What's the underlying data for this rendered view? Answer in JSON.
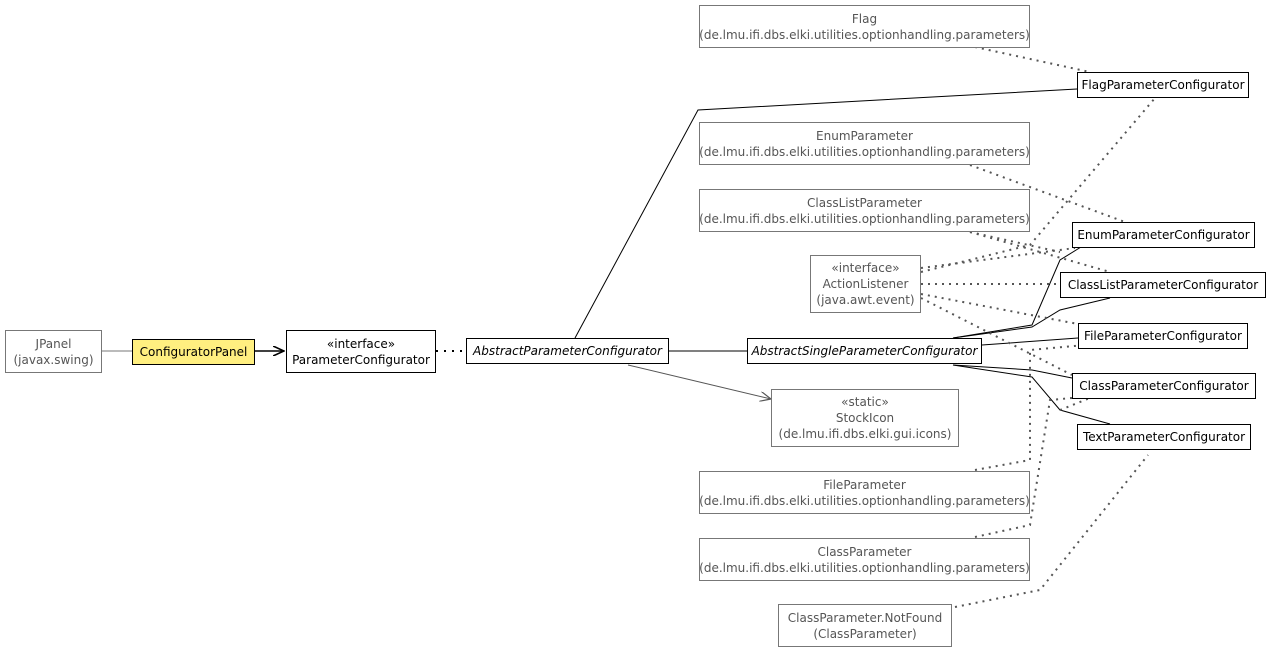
{
  "nodes": {
    "jpanel": {
      "line1": "JPanel",
      "line2": "(javax.swing)"
    },
    "configurator_panel": {
      "line1": "ConfiguratorPanel"
    },
    "parameter_configurator": {
      "stereotype": "«interface»",
      "line1": "ParameterConfigurator"
    },
    "abstract_parameter_configurator": {
      "line1": "AbstractParameterConfigurator"
    },
    "abstract_single_parameter_configurator": {
      "line1": "AbstractSingleParameterConfigurator"
    },
    "stock_icon": {
      "stereotype": "«static»",
      "line1": "StockIcon",
      "line2": "(de.lmu.ifi.dbs.elki.gui.icons)"
    },
    "flag": {
      "line1": "Flag",
      "line2": "(de.lmu.ifi.dbs.elki.utilities.optionhandling.parameters)"
    },
    "enum_parameter": {
      "line1": "EnumParameter",
      "line2": "(de.lmu.ifi.dbs.elki.utilities.optionhandling.parameters)"
    },
    "class_list_parameter": {
      "line1": "ClassListParameter",
      "line2": "(de.lmu.ifi.dbs.elki.utilities.optionhandling.parameters)"
    },
    "action_listener": {
      "stereotype": "«interface»",
      "line1": "ActionListener",
      "line2": "(java.awt.event)"
    },
    "file_parameter": {
      "line1": "FileParameter",
      "line2": "(de.lmu.ifi.dbs.elki.utilities.optionhandling.parameters)"
    },
    "class_parameter": {
      "line1": "ClassParameter",
      "line2": "(de.lmu.ifi.dbs.elki.utilities.optionhandling.parameters)"
    },
    "class_parameter_not_found": {
      "line1": "ClassParameter.NotFound",
      "line2": "(ClassParameter)"
    },
    "flag_parameter_configurator": {
      "line1": "FlagParameterConfigurator"
    },
    "enum_parameter_configurator": {
      "line1": "EnumParameterConfigurator"
    },
    "class_list_parameter_configurator": {
      "line1": "ClassListParameterConfigurator"
    },
    "file_parameter_configurator": {
      "line1": "FileParameterConfigurator"
    },
    "class_parameter_configurator": {
      "line1": "ClassParameterConfigurator"
    },
    "text_parameter_configurator": {
      "line1": "TextParameterConfigurator"
    }
  },
  "colors": {
    "highlight": "#ffef80",
    "external_border": "#777777",
    "external_text": "#555555",
    "internal_border": "#000000"
  }
}
